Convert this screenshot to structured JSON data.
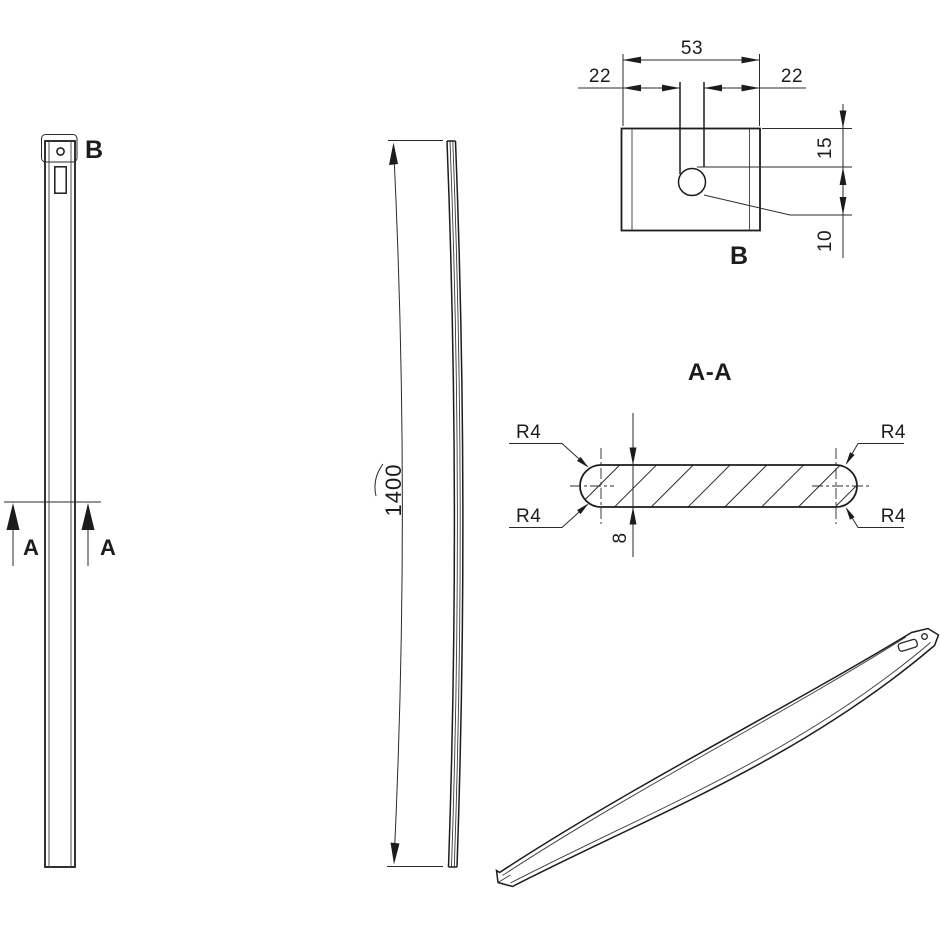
{
  "colors": {
    "background": "#ffffff",
    "line": "#1c1c1c"
  },
  "views": {
    "front": {
      "section_label": "A",
      "detail_label": "B"
    },
    "side": {
      "arc_length": "1400"
    },
    "detail_b": {
      "title": "B",
      "dim_width": "53",
      "dim_slot_left": "22",
      "dim_slot_right": "22",
      "dim_top_to_hole": "15",
      "dim_hole_offset": "10"
    },
    "section_aa": {
      "title": "A-A",
      "dim_thickness": "8",
      "radius_top_left": "R4",
      "radius_bottom_left": "R4",
      "radius_top_right": "R4",
      "radius_bottom_right": "R4"
    }
  }
}
